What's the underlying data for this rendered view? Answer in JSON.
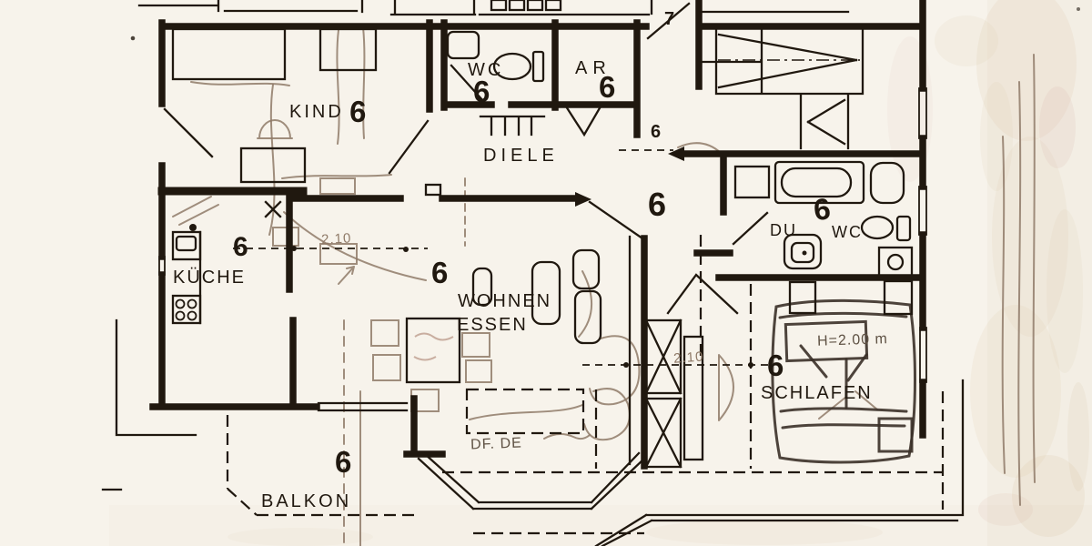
{
  "document": {
    "type": "architectural floor plan (scanned blueprint with pencil furniture sketch)",
    "apartment_unit_number": "6",
    "stairwell_number": "7"
  },
  "labels": {
    "kind": "KIND",
    "wc_top": "WC",
    "ar": "AR",
    "diele": "DIELE",
    "kueche": "KÜCHE",
    "wohnen": "WOHNEN",
    "essen": "ESSEN",
    "du": "DU",
    "wc_bad": "WC",
    "schlafen": "SCHLAFEN",
    "balkon": "BALKON"
  },
  "numbers": {
    "kind": "6",
    "wc_top": "6",
    "ar": "6",
    "stairwell": "7",
    "diele": "6",
    "hall": "6",
    "kueche": "6",
    "wohnen": "6",
    "bad": "6",
    "schlafen": "6",
    "balkon": "6"
  },
  "annotations": {
    "door_width": "2.10",
    "closet_width": "2.10",
    "bed_height": "H=2.00 m",
    "pencil_note": "DF. DE"
  },
  "colors": {
    "ink": "#20180f",
    "pencil": "#8f7a68",
    "pencil_dark": "#3a3028",
    "paper": "#f7f3eb",
    "grain": "#d9c3a2"
  }
}
